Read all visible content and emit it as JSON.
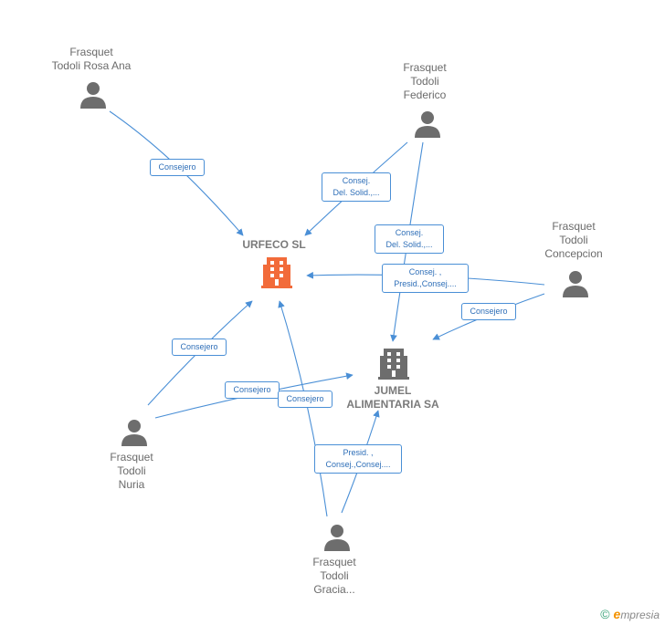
{
  "colors": {
    "edge": "#4a8fd6",
    "person": "#6d6d6d",
    "company_main": "#f26b3a",
    "company": "#6d6d6d"
  },
  "nodes": {
    "rosa_ana": {
      "lines": [
        "Frasquet",
        "Todoli Rosa Ana"
      ]
    },
    "federico": {
      "lines": [
        "Frasquet",
        "Todoli",
        "Federico"
      ]
    },
    "concepcion": {
      "lines": [
        "Frasquet",
        "Todoli",
        "Concepcion"
      ]
    },
    "nuria": {
      "lines": [
        "Frasquet",
        "Todoli",
        "Nuria"
      ]
    },
    "gracia": {
      "lines": [
        "Frasquet",
        "Todoli",
        "Gracia..."
      ]
    },
    "urfeco": {
      "lines": [
        "URFECO SL"
      ]
    },
    "jumel": {
      "lines": [
        "JUMEL",
        "ALIMENTARIA SA"
      ]
    }
  },
  "edge_labels": {
    "e1": [
      "Consejero"
    ],
    "e2": [
      "Consej.",
      "Del. Solid.,..."
    ],
    "e3": [
      "Consej.",
      "Del. Solid.,..."
    ],
    "e4": [
      "Consej. ,",
      "Presid.,Consej...."
    ],
    "e5": [
      "Consejero"
    ],
    "e6": [
      "Consejero"
    ],
    "e7": [
      "Consejero"
    ],
    "e8": [
      "Consejero"
    ],
    "e9": [
      "Presid. ,",
      "Consej.,Consej...."
    ]
  },
  "footer": {
    "copyright": "©",
    "brand_e": "e",
    "brand_rest": "mpresia"
  }
}
